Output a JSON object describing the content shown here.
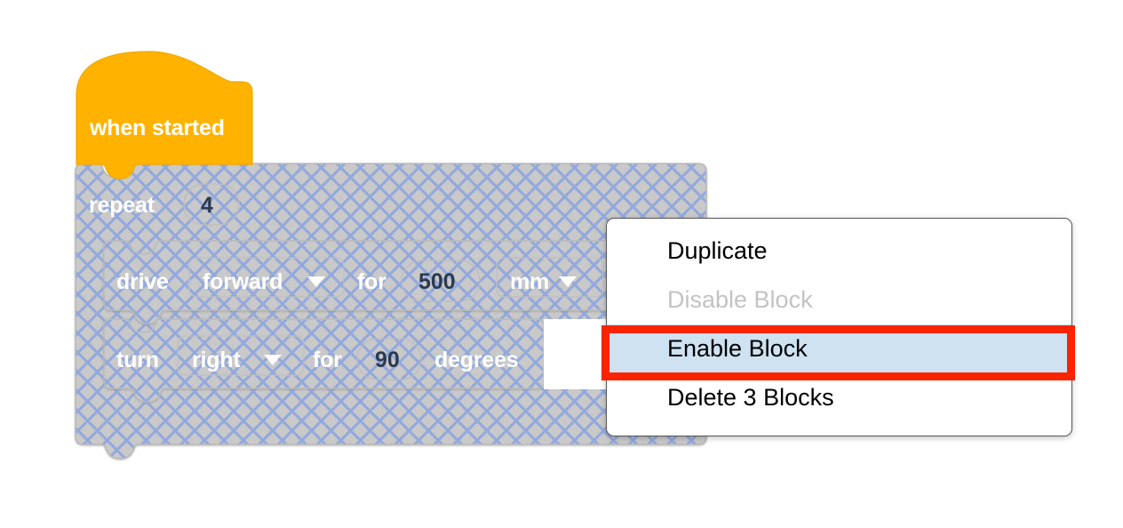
{
  "app": {
    "name": "vexcode-block-editor",
    "background_color": "#ffffff"
  },
  "workspace": {
    "name": "block-workspace",
    "blocks": [
      {
        "id": "when-started",
        "type": "hat",
        "label": "when started",
        "color": "#ffb300",
        "text_color": "#ffffff",
        "disabled": false
      },
      {
        "id": "repeat",
        "type": "c-block",
        "label": "repeat",
        "value": "4",
        "color": "#c8c8c8",
        "hatch_color": "#93a9dd",
        "text_color": "#ffffff",
        "value_color": "#2b3a4f",
        "disabled": true
      },
      {
        "id": "drive",
        "type": "statement",
        "label": "drive",
        "dropdown_direction": "forward",
        "label_for": "for",
        "value": "500",
        "dropdown_units": "mm",
        "color": "#c8c8c8",
        "hatch_color": "#93a9dd",
        "disabled": true
      },
      {
        "id": "turn",
        "type": "statement",
        "label": "turn",
        "dropdown_direction": "right",
        "label_for": "for",
        "value": "90",
        "units_label": "degrees",
        "color": "#c8c8c8",
        "hatch_color": "#93a9dd",
        "disabled": true
      }
    ]
  },
  "context_menu": {
    "name": "block-context-menu",
    "border_color": "#55565a",
    "highlight_color": "#cfe2f2",
    "items": [
      {
        "label": "Duplicate",
        "state": "enabled",
        "highlighted": false
      },
      {
        "label": "Disable Block",
        "state": "disabled",
        "highlighted": false
      },
      {
        "label": "Enable Block",
        "state": "enabled",
        "highlighted": true
      },
      {
        "label": "Delete 3 Blocks",
        "state": "enabled",
        "highlighted": false
      }
    ]
  },
  "annotation": {
    "name": "red-highlight-box",
    "color": "#fb2400",
    "targets": "Enable Block"
  },
  "icons": {
    "dropdown_arrow": "chevron-down-icon"
  }
}
